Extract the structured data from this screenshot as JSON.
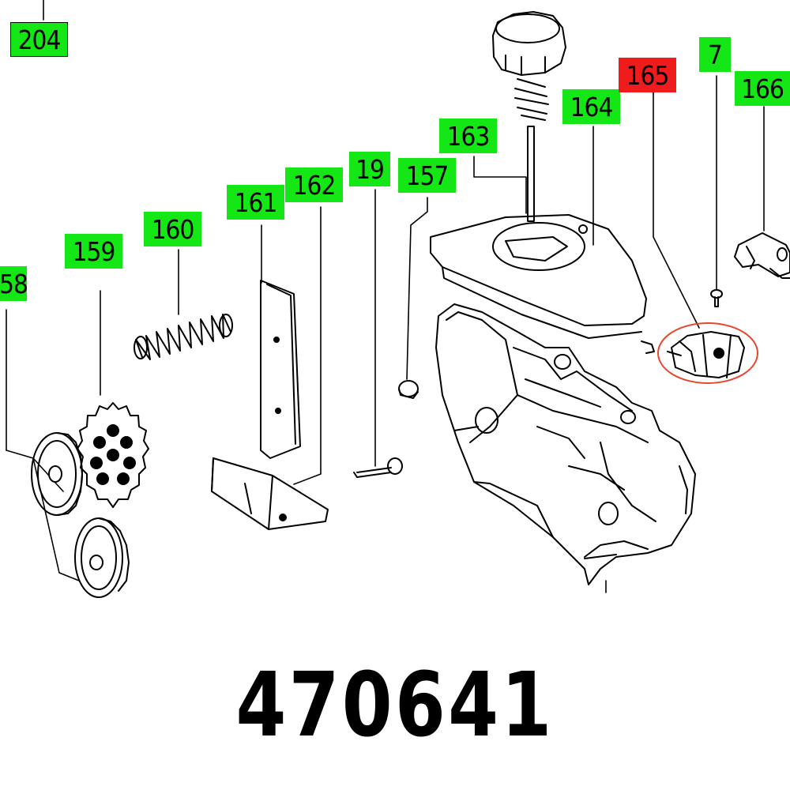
{
  "callouts": {
    "c204": "204",
    "c58": "58",
    "c159": "159",
    "c160": "160",
    "c161": "161",
    "c162": "162",
    "c19": "19",
    "c157": "157",
    "c163": "163",
    "c164": "164",
    "c165": "165",
    "c7": "7",
    "c166": "166"
  },
  "part_number": "470641",
  "colors": {
    "callout": "#15e615",
    "callout_highlight": "#ee1c1c",
    "highlight_ring": "#e8462a"
  }
}
